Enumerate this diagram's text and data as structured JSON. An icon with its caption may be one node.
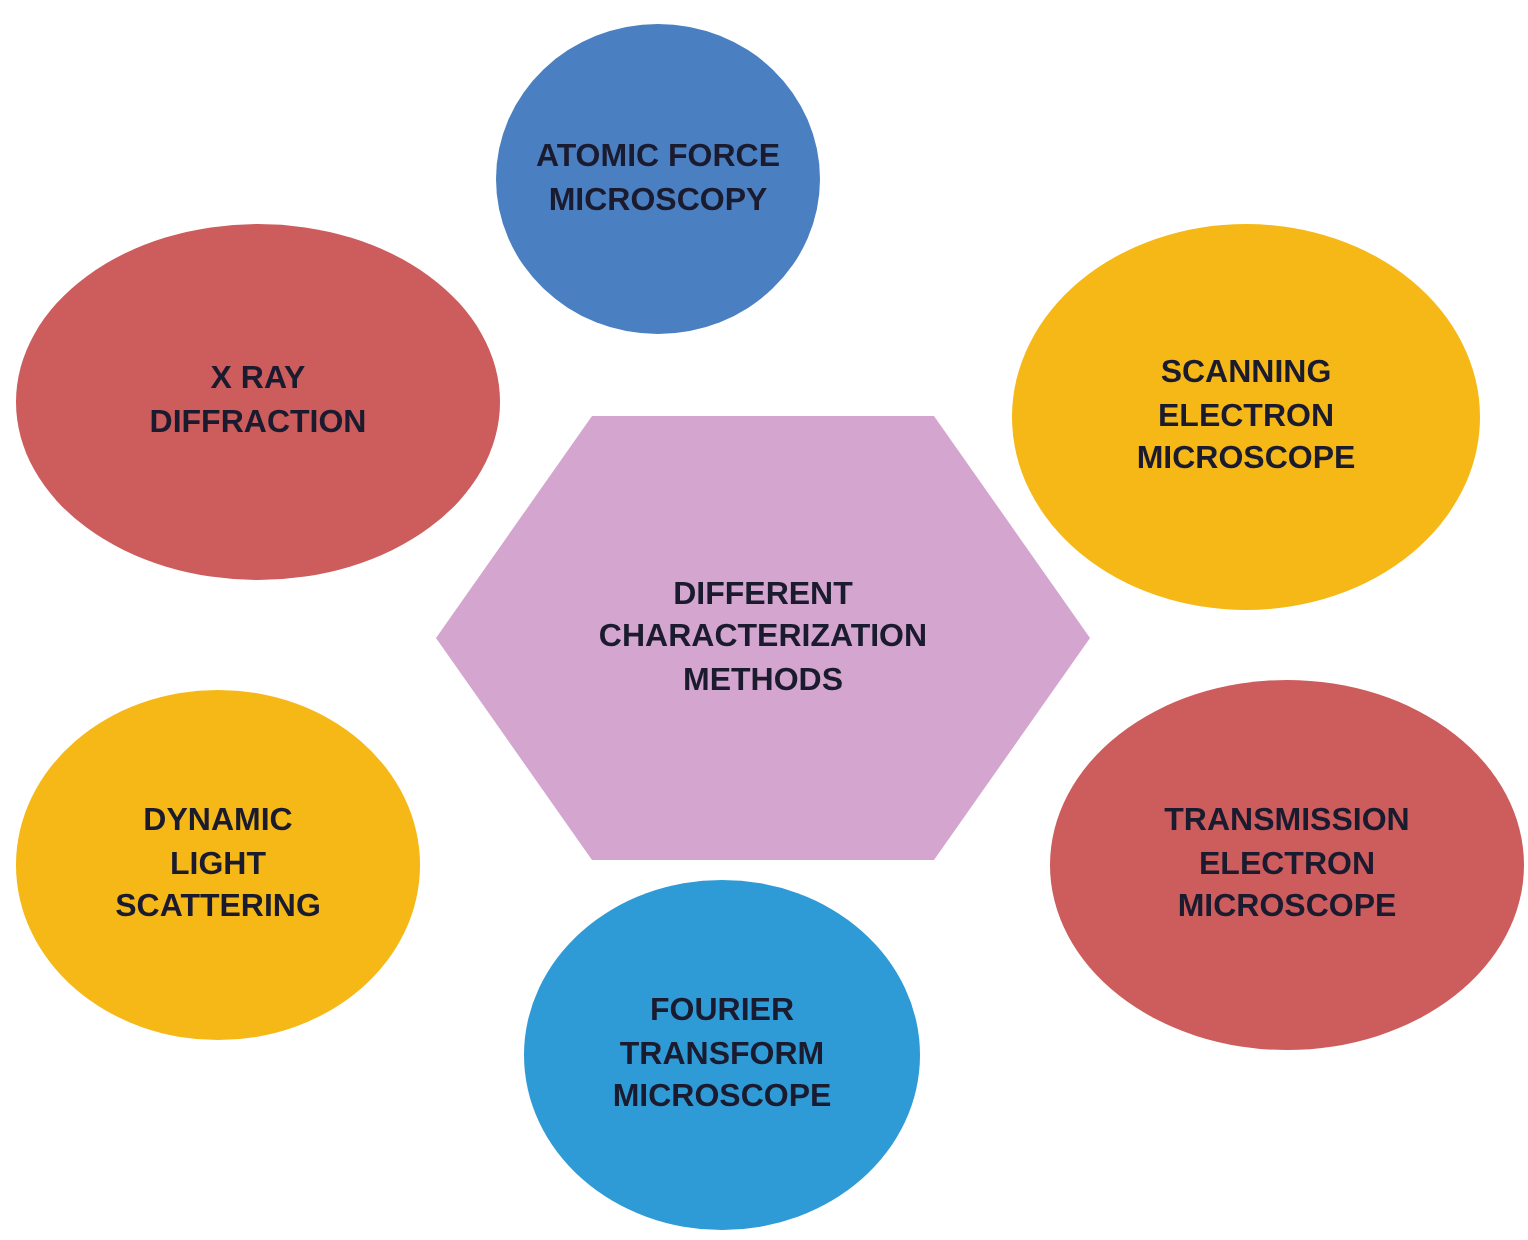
{
  "diagram": {
    "nodes": [
      {
        "text": [
          "ATOMIC FORCE MICROSCOPY"
        ]
      },
      {
        "text": [
          "X RAY DIFFRACTION"
        ]
      },
      {
        "text": [
          "SCANNING ELECTRON MICROSCOPE"
        ]
      },
      {
        "text": [
          "DIFFERENT CHARACTERIZATION METHODS"
        ]
      },
      {
        "text": [
          "DYNAMIC LIGHT SCATTERING"
        ]
      },
      {
        "text": [
          "TRANSMISSION ELECTRON MICROSCOPE"
        ]
      },
      {
        "text": [
          "FOURIER TRANSFORM MICROSCOPE"
        ]
      }
    ],
    "edges": []
  }
}
